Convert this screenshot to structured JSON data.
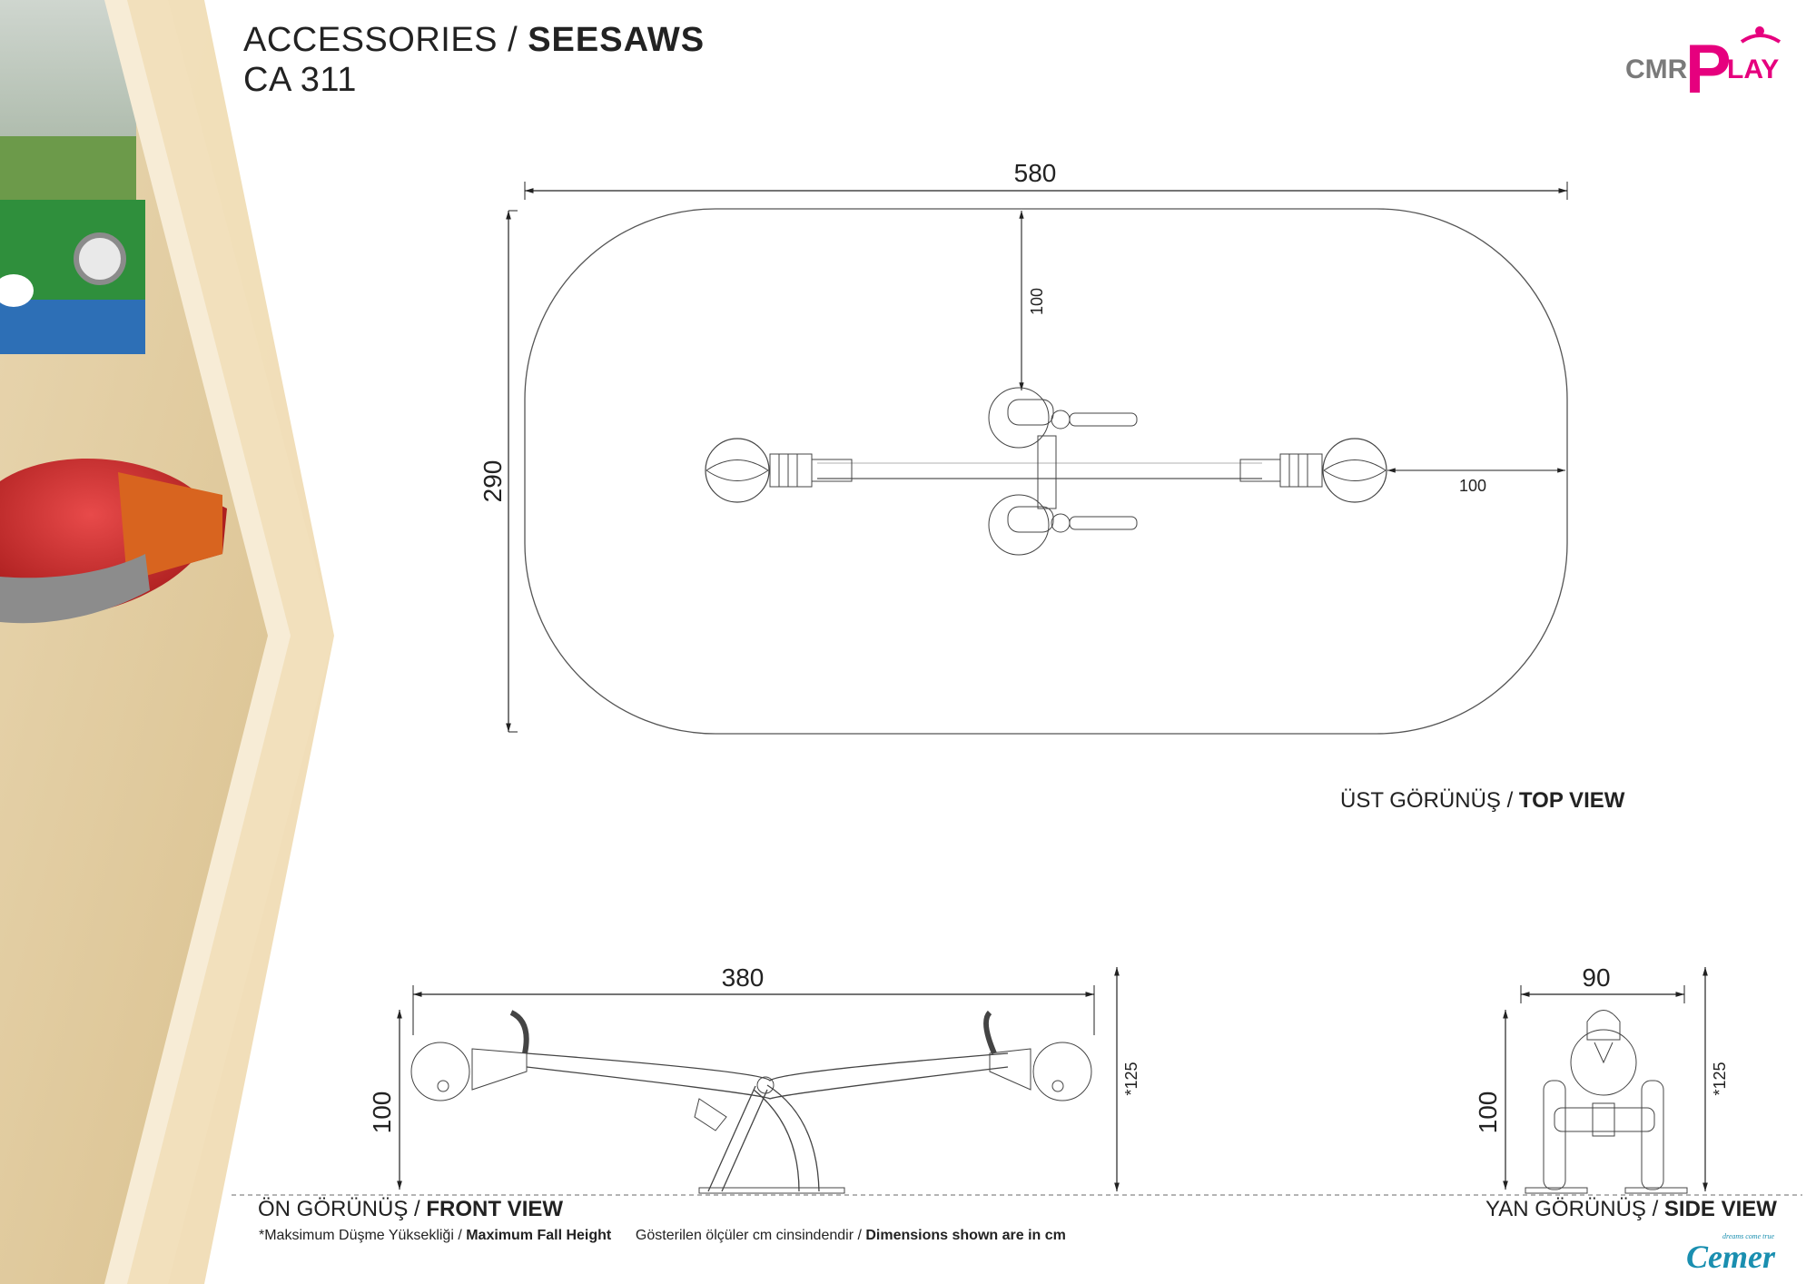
{
  "header": {
    "category": "ACCESSORIES /",
    "product_type": "SEESAWS",
    "code": "CA 311"
  },
  "brand": {
    "logo_text_left": "CMR",
    "logo_text_p": "P",
    "logo_text_right": "LAY",
    "cemer": "Cemer",
    "cemer_tagline": "dreams come true",
    "accent_color": "#e6007e",
    "gray_color": "#7a7a7a"
  },
  "top_view": {
    "dim_length": "580",
    "dim_width": "290",
    "dim_clearance_top": "100",
    "dim_clearance_side": "100",
    "label_tr": "ÜST GÖRÜNÜŞ /",
    "label_en": "TOP VIEW"
  },
  "front_view": {
    "dim_length": "380",
    "dim_height": "100",
    "dim_fall_height": "*125",
    "label_tr": "ÖN GÖRÜNÜŞ /",
    "label_en": "FRONT VIEW"
  },
  "side_view": {
    "dim_width": "90",
    "dim_height": "100",
    "dim_fall_height": "*125",
    "label_tr": "YAN GÖRÜNÜŞ /",
    "label_en": "SIDE VIEW"
  },
  "footnotes": {
    "fall_height_tr": "*Maksimum Düşme Yüksekliği /",
    "fall_height_en": "Maximum Fall Height",
    "units_tr": "Gösterilen ölçüler cm cinsindendir /",
    "units_en": "Dimensions shown are in cm"
  }
}
